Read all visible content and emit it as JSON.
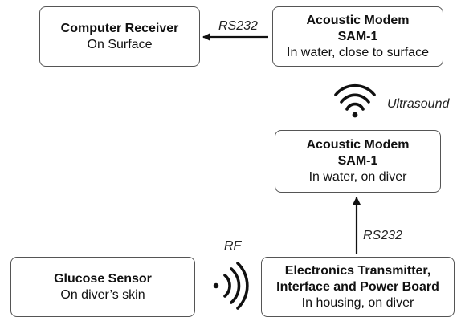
{
  "nodes": {
    "computer_receiver": {
      "title": "Computer Receiver",
      "subtitle": "On Surface"
    },
    "modem_surface": {
      "title": "Acoustic Modem",
      "title_line2": "SAM-1",
      "subtitle": "In water, close to surface"
    },
    "modem_diver": {
      "title": "Acoustic Modem",
      "title_line2": "SAM-1",
      "subtitle": "In water, on diver"
    },
    "glucose_sensor": {
      "title": "Glucose Sensor",
      "subtitle": "On diver’s skin"
    },
    "electronics": {
      "title": "Electronics Transmitter,",
      "title_line2": "Interface and Power Board",
      "subtitle": "In housing, on diver"
    }
  },
  "links": {
    "rs232_top": "RS232",
    "ultrasound": "Ultrasound",
    "rs232_mid": "RS232",
    "rf": "RF"
  },
  "colors": {
    "stroke": "#111111",
    "box_border": "#555555"
  },
  "icons": {
    "ultrasound": "wifi-signal-icon",
    "rf": "radio-waves-icon"
  }
}
